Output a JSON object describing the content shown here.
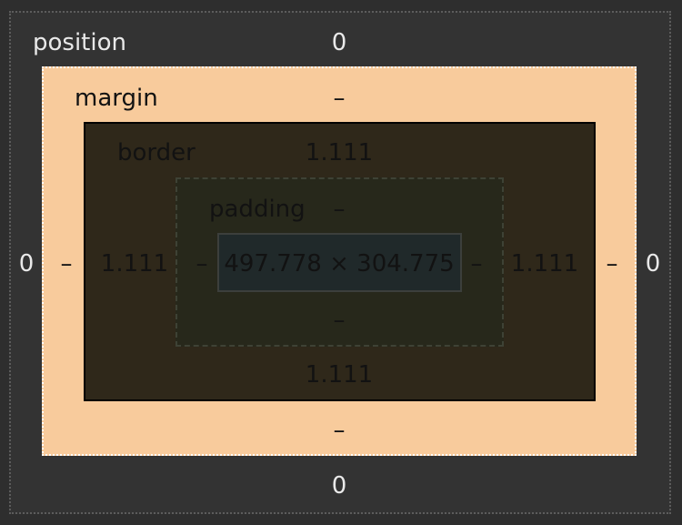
{
  "position": {
    "label": "position",
    "top": "0",
    "bottom": "0",
    "left": "0",
    "right": "0"
  },
  "margin": {
    "label": "margin",
    "top": "–",
    "bottom": "–",
    "left": "–",
    "right": "–"
  },
  "border": {
    "label": "border",
    "top": "1.111",
    "bottom": "1.111",
    "left": "1.111",
    "right": "1.111"
  },
  "padding": {
    "label": "padding",
    "top": "–",
    "bottom": "–",
    "left": "–",
    "right": "–"
  },
  "content": {
    "size": "497.778 × 304.775"
  },
  "colors": {
    "background": "#2e2e2e",
    "margin": "#f8cb9c",
    "border": "#2f281a",
    "padding": "#27281b",
    "content": "#20292a"
  }
}
